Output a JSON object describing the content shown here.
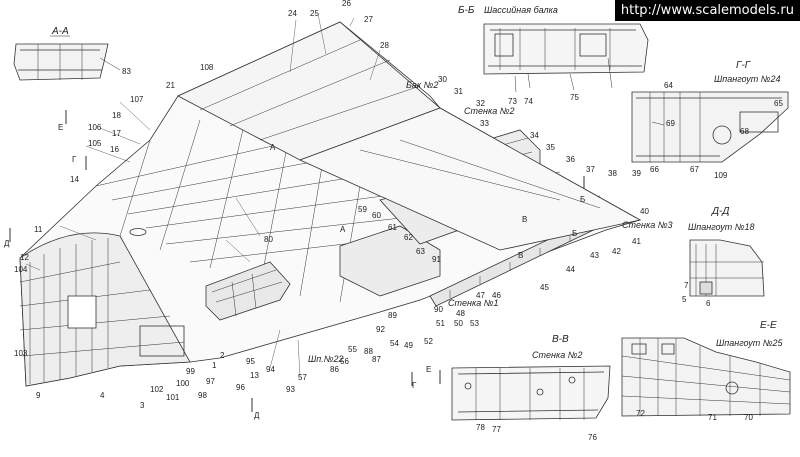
{
  "watermark": "http://www.scalemodels.ru",
  "sections": {
    "aa": "А-А",
    "bb": "Б-Б",
    "bb_caption": "Шассийная балка",
    "gg": "Г-Г",
    "gg_caption": "Шпангоут №24",
    "dd": "Д-Д",
    "dd_caption": "Шпангоут №18",
    "vv": "В-В",
    "vv_caption": "Стенка №2",
    "ee": "Е-Е",
    "ee_caption": "Шпангоут №25"
  },
  "labels": {
    "bak2": "Бак №2",
    "stenka2": "Стенка №2",
    "stenka3": "Стенка №3",
    "stenka1": "Стенка №1",
    "shp22": "Шп.№22"
  },
  "cut_marks": {
    "a": "А",
    "b": "Б",
    "v": "В",
    "g": "Г",
    "d": "Д",
    "e": "Е"
  },
  "callouts": {
    "n1": "1",
    "n2": "2",
    "n3": "3",
    "n4": "4",
    "n5": "5",
    "n6": "6",
    "n7": "7",
    "n9": "9",
    "n11": "11",
    "n12": "12",
    "n13": "13",
    "n14": "14",
    "n16": "16",
    "n17": "17",
    "n18": "18",
    "n21": "21",
    "n24": "24",
    "n25": "25",
    "n26": "26",
    "n27": "27",
    "n28": "28",
    "n30": "30",
    "n31": "31",
    "n32": "32",
    "n33": "33",
    "n34": "34",
    "n35": "35",
    "n36": "36",
    "n37": "37",
    "n38": "38",
    "n39": "39",
    "n40": "40",
    "n41": "41",
    "n42": "42",
    "n43": "43",
    "n44": "44",
    "n45": "45",
    "n46": "46",
    "n47": "47",
    "n48": "48",
    "n49": "49",
    "n50": "50",
    "n51": "51",
    "n52": "52",
    "n53": "53",
    "n54": "54",
    "n55": "55",
    "n56": "56",
    "n57": "57",
    "n59": "59",
    "n60": "60",
    "n61": "61",
    "n62": "62",
    "n63": "63",
    "n64": "64",
    "n65": "65",
    "n66": "66",
    "n67": "67",
    "n68": "68",
    "n69": "69",
    "n70": "70",
    "n71": "71",
    "n72": "72",
    "n73": "73",
    "n74": "74",
    "n75": "75",
    "n76": "76",
    "n77": "77",
    "n78": "78",
    "n80": "80",
    "n83": "83",
    "n86": "86",
    "n87": "87",
    "n88": "88",
    "n89": "89",
    "n90": "90",
    "n91": "91",
    "n92": "92",
    "n93": "93",
    "n94": "94",
    "n95": "95",
    "n96": "96",
    "n97": "97",
    "n98": "98",
    "n99": "99",
    "n100": "100",
    "n101": "101",
    "n102": "102",
    "n103": "103",
    "n104": "104",
    "n105": "105",
    "n106": "106",
    "n107": "107",
    "n108": "108",
    "n109": "109"
  }
}
